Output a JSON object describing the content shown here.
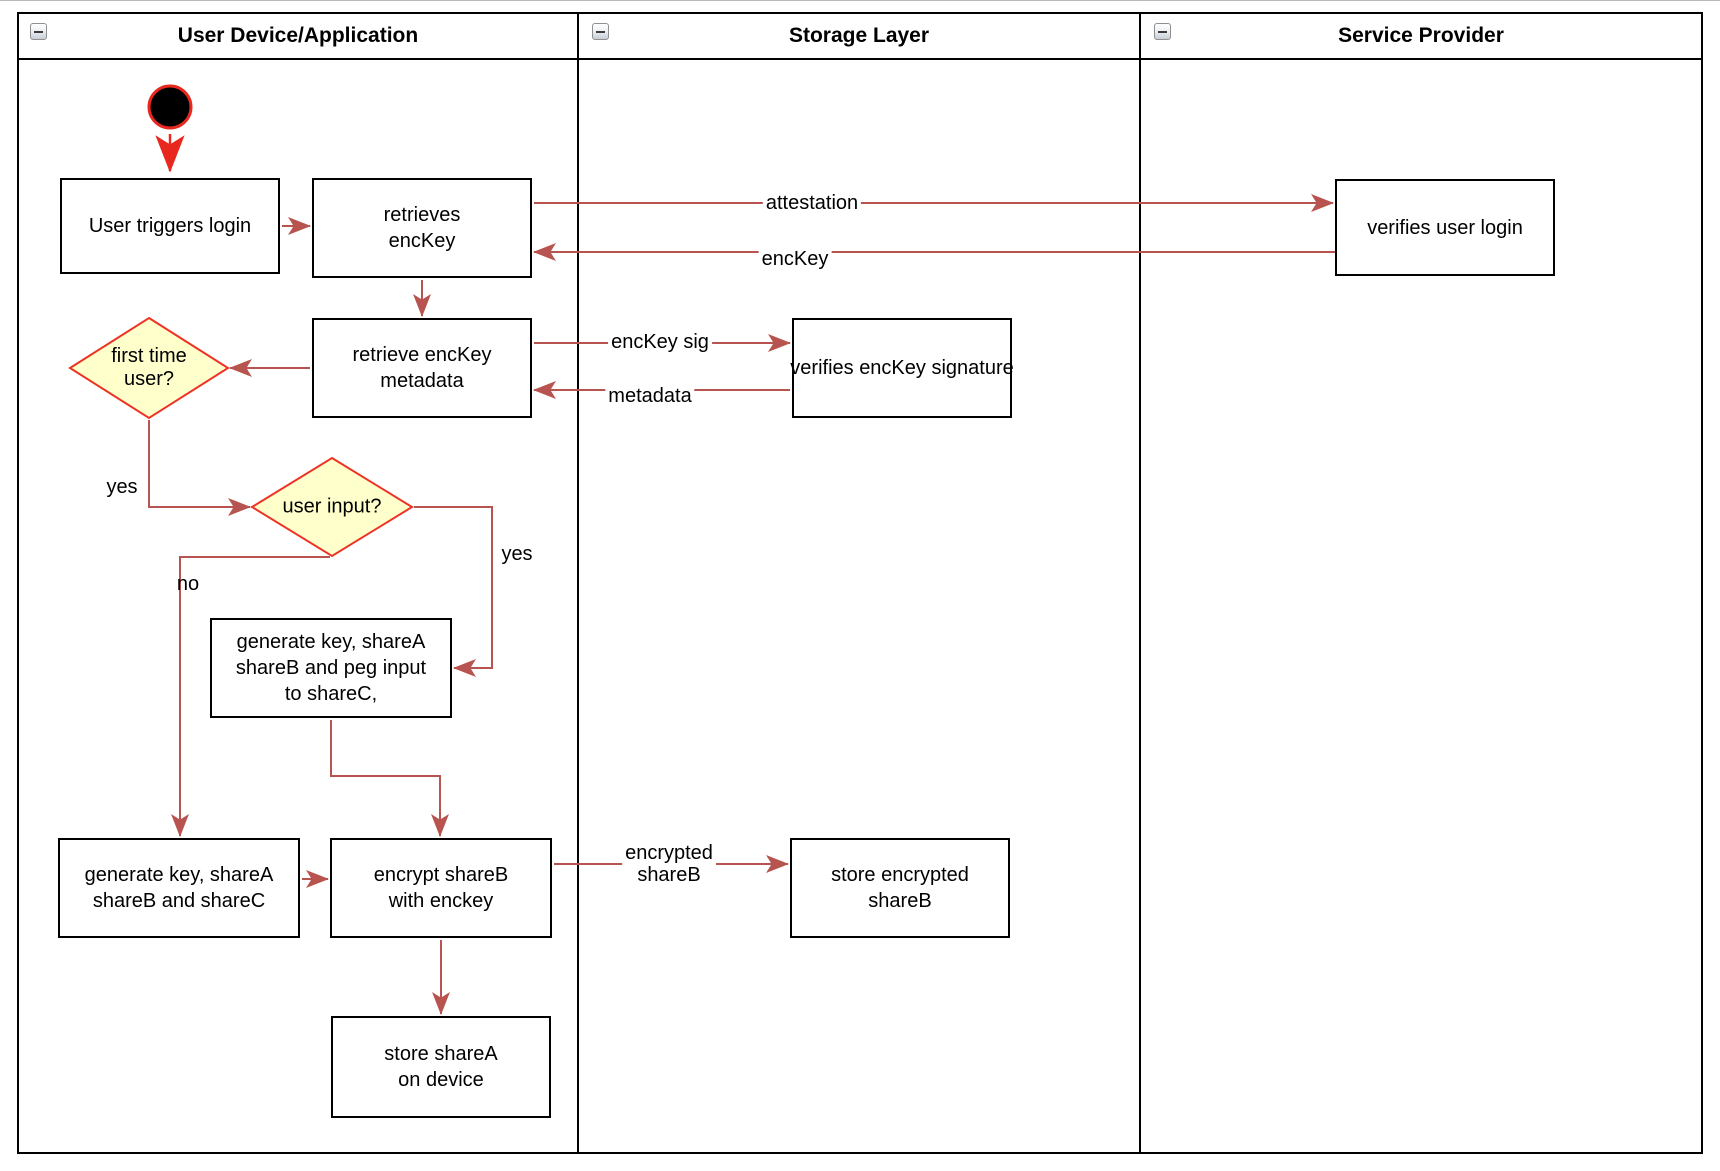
{
  "colors": {
    "edge": "#b85450",
    "accent_red": "#e8281e",
    "diamond_fill": "#ffffcc",
    "diamond_border": "#ee3224",
    "node_border": "#000000"
  },
  "lanes": [
    {
      "title": "User Device/Application"
    },
    {
      "title": "Storage Layer"
    },
    {
      "title": "Service Provider"
    }
  ],
  "nodes": {
    "user_triggers_login": {
      "label": "User triggers login"
    },
    "retrieves_enckey": {
      "label": "retrieves\nencKey"
    },
    "verifies_user_login": {
      "label": "verifies user login"
    },
    "retrieve_enckey_metadata": {
      "label": "retrieve encKey\nmetadata"
    },
    "verifies_enckey_signature": {
      "label": "verifies encKey signature"
    },
    "first_time_user": {
      "label": "first time\nuser?"
    },
    "user_input": {
      "label": "user input?"
    },
    "generate_key_peg": {
      "label": "generate key, shareA\nshareB and peg input\nto shareC,"
    },
    "generate_key_sharec": {
      "label": "generate key, shareA\nshareB and shareC"
    },
    "encrypt_shareb": {
      "label": "encrypt shareB\nwith enckey"
    },
    "store_encrypted_shareb": {
      "label": "store encrypted\nshareB"
    },
    "store_sharea": {
      "label": "store shareA\non device"
    }
  },
  "edge_labels": {
    "attestation": "attestation",
    "enckey": "encKey",
    "enckey_sig": "encKey sig",
    "metadata": "metadata",
    "yes_first_time": "yes",
    "yes_user_input": "yes",
    "no_user_input": "no",
    "encrypted_shareb": "encrypted\nshareB"
  }
}
